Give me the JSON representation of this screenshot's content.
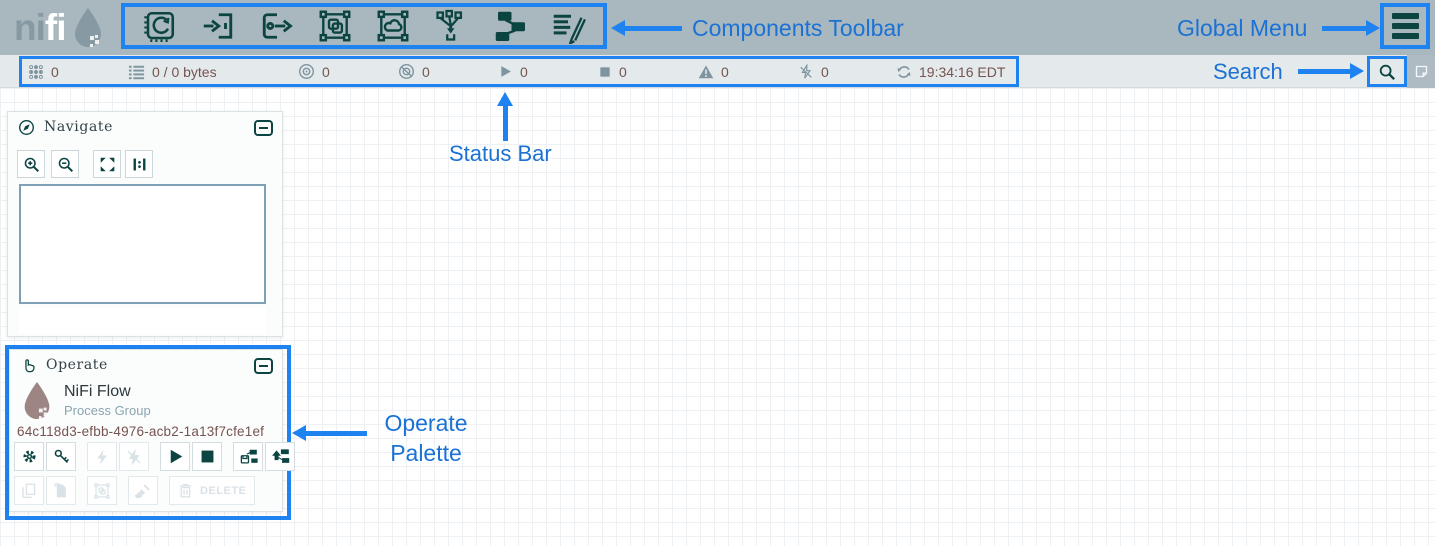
{
  "colors": {
    "annotation_blue": "#1e82f0",
    "annotation_text_blue": "#1b72d4",
    "nifi_teal": "#0b4441",
    "status_value_maroon": "#775351",
    "topbar_gray": "#a9b7be",
    "statusbar_gray": "#e4e9eb"
  },
  "topbar": {
    "logo_ni": "ni",
    "logo_fi": "fi",
    "components_toolbar_icons": [
      "processor-icon",
      "input-port-icon",
      "output-port-icon",
      "process-group-icon",
      "remote-process-group-icon",
      "funnel-icon",
      "template-icon",
      "label-icon"
    ],
    "global_menu_icon": "hamburger-icon"
  },
  "status_bar": {
    "items": [
      {
        "icon": "active-threads-icon",
        "value": "0"
      },
      {
        "icon": "queued-icon",
        "value": "0 / 0 bytes"
      },
      {
        "icon": "transmitting-icon",
        "value": "0"
      },
      {
        "icon": "not-transmitting-icon",
        "value": "0"
      },
      {
        "icon": "running-icon",
        "value": "0"
      },
      {
        "icon": "stopped-icon",
        "value": "0"
      },
      {
        "icon": "invalid-icon",
        "value": "0"
      },
      {
        "icon": "disabled-icon",
        "value": "0"
      },
      {
        "icon": "refresh-icon",
        "value": "19:34:16 EDT"
      }
    ]
  },
  "navigate": {
    "title": "Navigate",
    "buttons": [
      "zoom-in-button",
      "zoom-out-button",
      "zoom-fit-button",
      "zoom-actual-button"
    ]
  },
  "operate": {
    "title": "Operate",
    "flow_name": "NiFi Flow",
    "flow_type": "Process Group",
    "flow_id": "64c118d3-efbb-4976-acb2-1a13f7cfe1ef",
    "delete_label": "DELETE",
    "buttons_row1": [
      "configuration-button",
      "access-policies-button",
      "enable-button",
      "disable-button",
      "start-button",
      "stop-button",
      "create-template-button",
      "upload-template-button"
    ],
    "buttons_row2": [
      "copy-button",
      "paste-button",
      "group-button",
      "fill-color-button",
      "delete-button"
    ]
  },
  "annotations": {
    "components_toolbar": "Components Toolbar",
    "global_menu": "Global Menu",
    "status_bar": "Status Bar",
    "search": "Search",
    "operate_line1": "Operate",
    "operate_line2": "Palette"
  }
}
